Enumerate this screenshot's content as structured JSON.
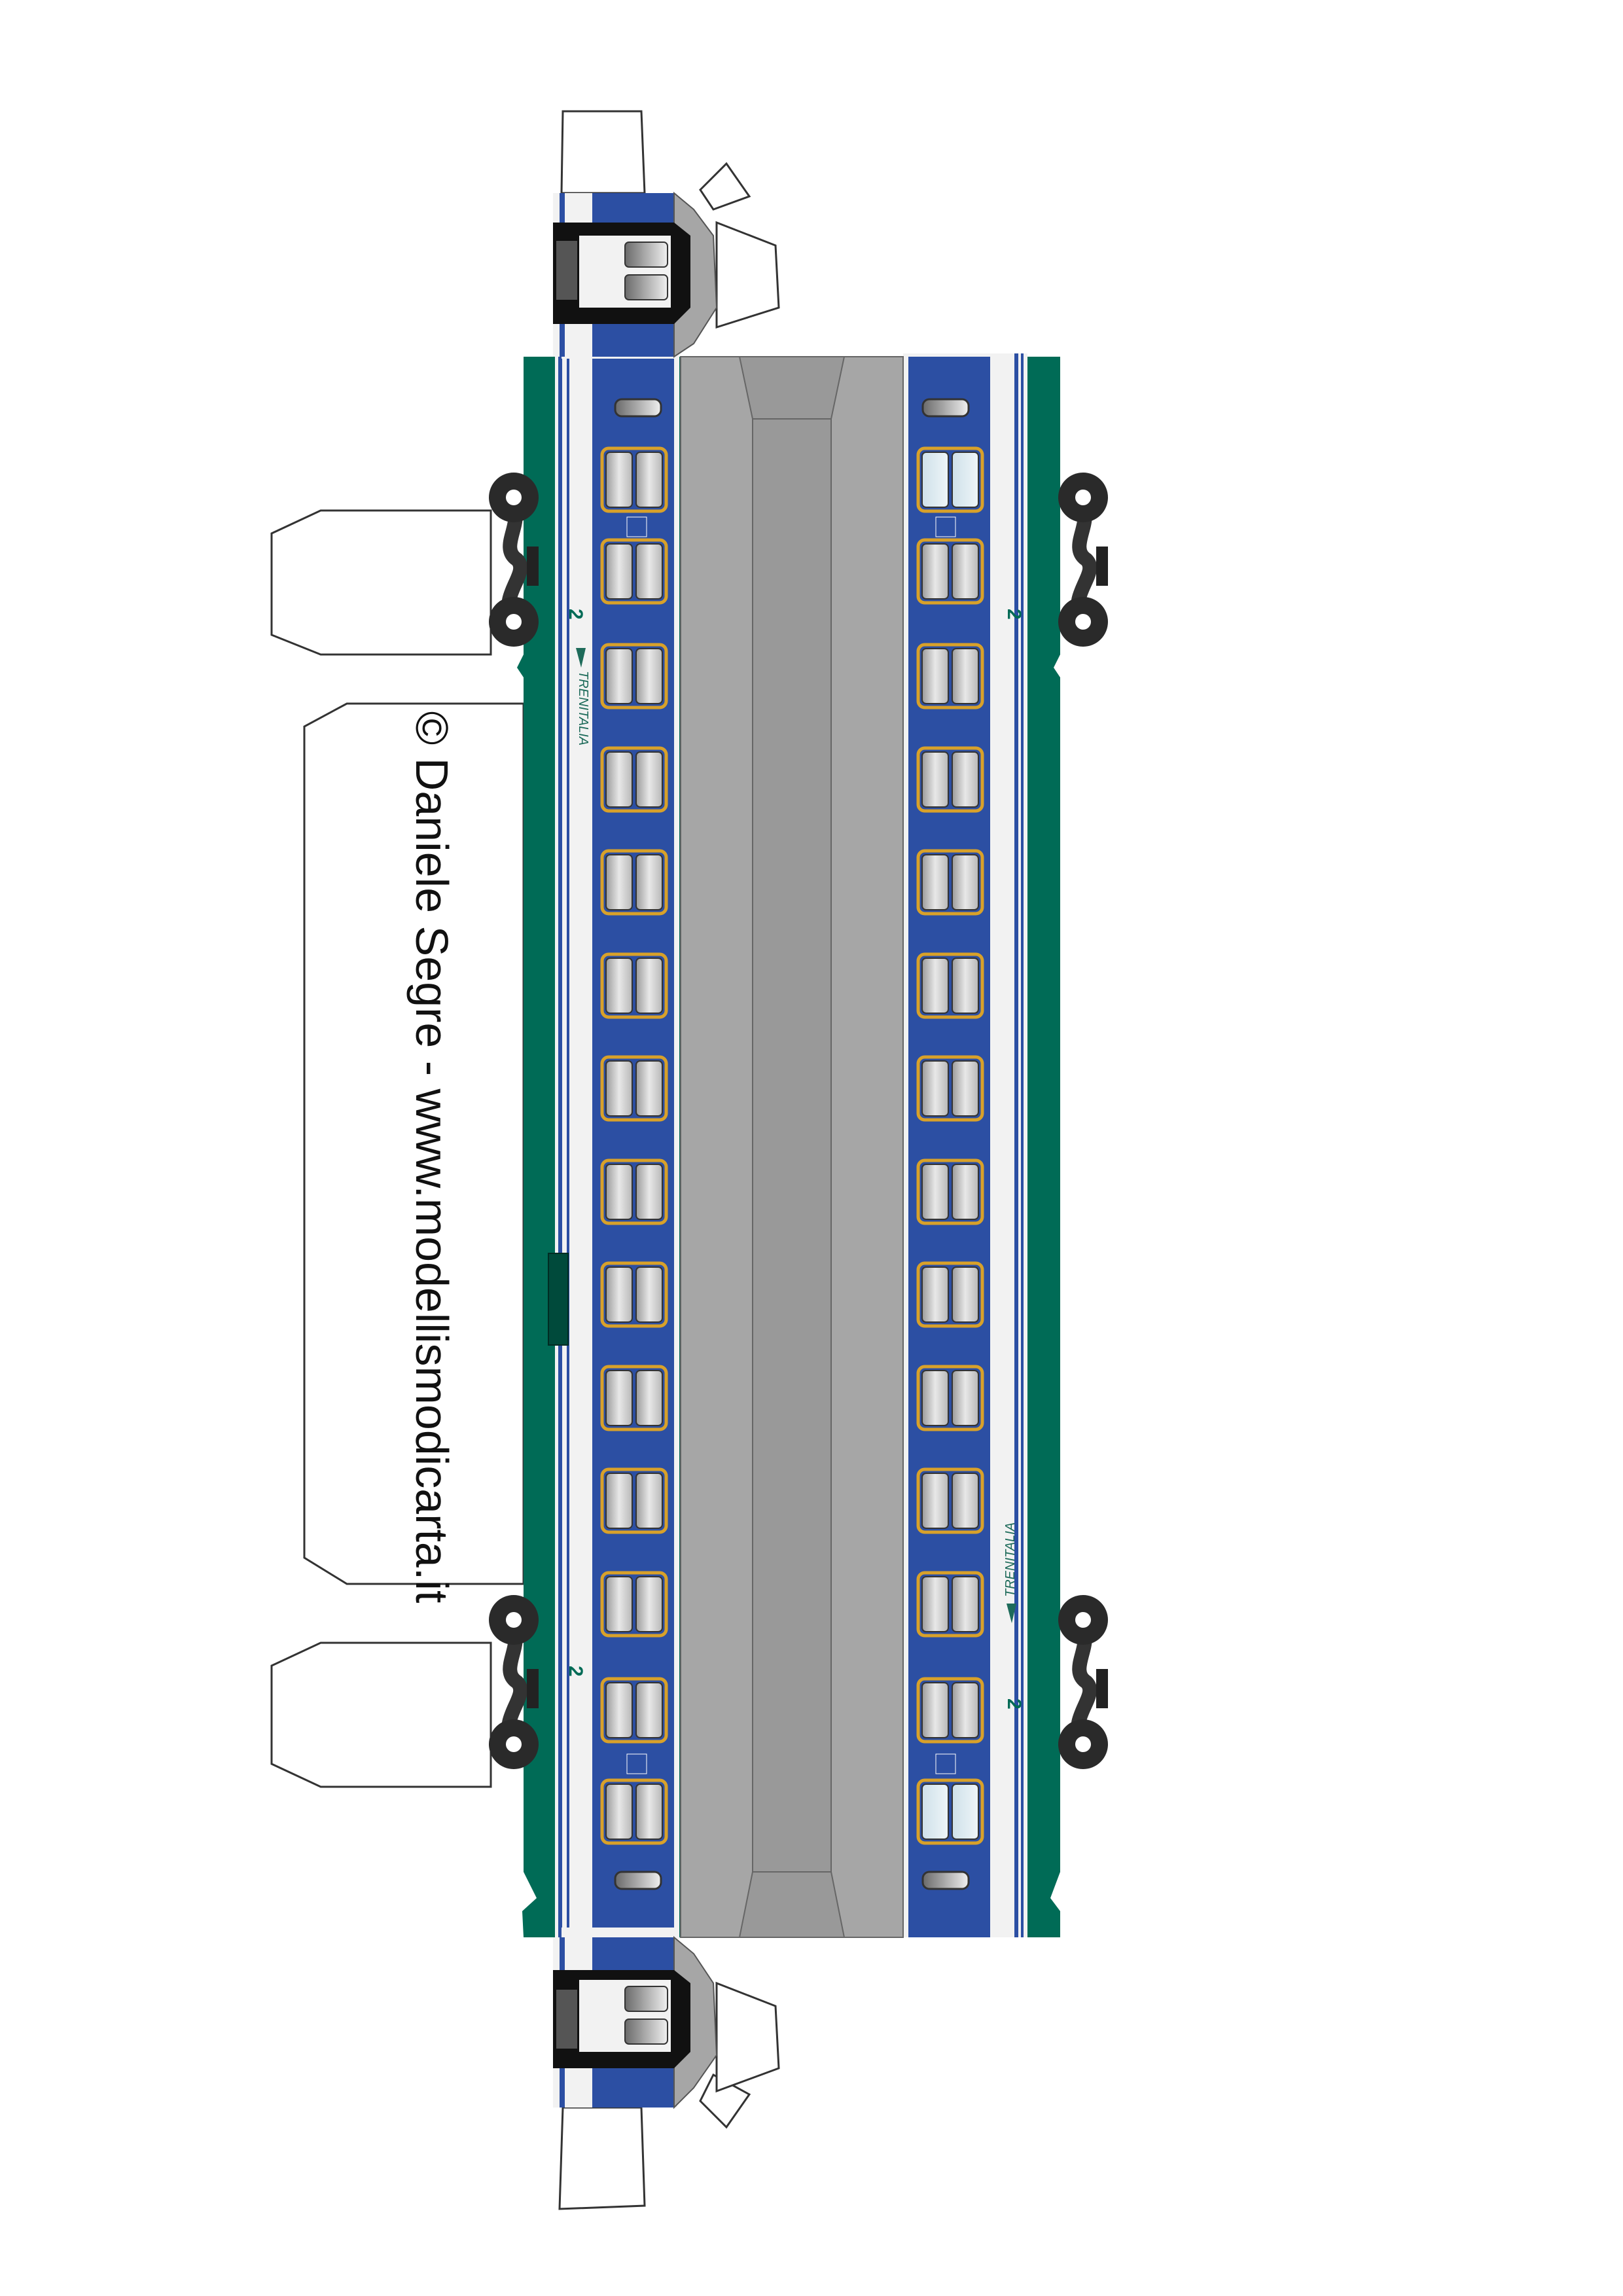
{
  "credit": "© Daniele Segre - www.modellismodicarta.it",
  "livery": {
    "body_green": "#006b56",
    "stripe_blue": "#2c4fa3",
    "band_white": "#f2f2f2",
    "roof_grey": "#999999",
    "window_frame": "#d8a12a"
  },
  "markings": {
    "class_number": "2",
    "brand": "TRENITALIA"
  },
  "icons": [
    "bogie-icon",
    "window-icon",
    "trenitalia-logo-icon",
    "coupler-icon"
  ]
}
